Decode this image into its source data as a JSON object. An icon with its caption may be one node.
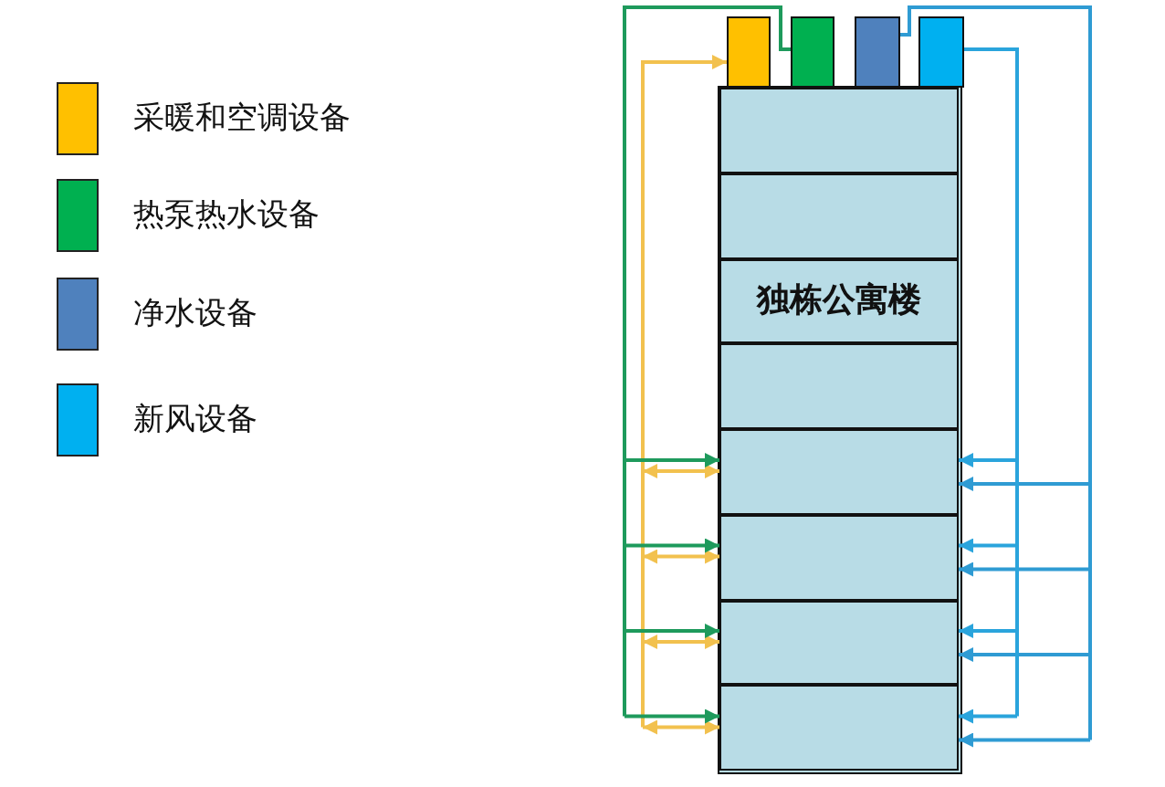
{
  "diagram": {
    "nodes": [
      {
        "text": [],
        "shape": "box"
      },
      {
        "text": [],
        "shape": "box"
      },
      {
        "text": [],
        "shape": "box"
      },
      {
        "text": [],
        "shape": "box"
      },
      {
        "text": [],
        "shape": "box"
      },
      {
        "text": [],
        "shape": "box",
        "in": 4
      },
      {
        "text": [],
        "shape": "box",
        "in": 4
      },
      {
        "text": [
          "独栋公寓楼"
        ],
        "in": 4
      },
      {
        "text": [],
        "shape": "box",
        "in": 4
      },
      {
        "text": [],
        "shape": "box",
        "in": 4
      },
      {
        "text": [],
        "shape": "box",
        "in": 4
      },
      {
        "text": [],
        "shape": "box",
        "in": 4
      },
      {
        "text": [],
        "shape": "box",
        "in": 4
      }
    ],
    "edges": [
      {
        "from": 0,
        "to": 9,
        "arrow": "both",
        "color": "#f2c14e"
      },
      {
        "from": 0,
        "to": 10,
        "arrow": "both",
        "color": "#f2c14e"
      },
      {
        "from": 0,
        "to": 11,
        "arrow": "both",
        "color": "#f2c14e"
      },
      {
        "from": 0,
        "to": 12,
        "arrow": "both",
        "color": "#f2c14e"
      },
      {
        "from": 1,
        "to": 9,
        "arrow": "to",
        "color": "#1e9a5c"
      },
      {
        "from": 1,
        "to": 10,
        "arrow": "to",
        "color": "#1e9a5c"
      },
      {
        "from": 1,
        "to": 11,
        "arrow": "to",
        "color": "#1e9a5c"
      },
      {
        "from": 1,
        "to": 12,
        "arrow": "to",
        "color": "#1e9a5c"
      },
      {
        "from": 2,
        "to": 9,
        "arrow": "to",
        "color": "#2f9bd3"
      },
      {
        "from": 2,
        "to": 10,
        "arrow": "to",
        "color": "#2f9bd3"
      },
      {
        "from": 2,
        "to": 11,
        "arrow": "to",
        "color": "#2f9bd3"
      },
      {
        "from": 2,
        "to": 12,
        "arrow": "to",
        "color": "#2f9bd3"
      },
      {
        "from": 3,
        "to": 9,
        "arrow": "to",
        "color": "#2aa4dc"
      },
      {
        "from": 3,
        "to": 10,
        "arrow": "to",
        "color": "#2aa4dc"
      },
      {
        "from": 3,
        "to": 11,
        "arrow": "to",
        "color": "#2aa4dc"
      },
      {
        "from": 3,
        "to": 12,
        "arrow": "to",
        "color": "#2aa4dc"
      }
    ],
    "legend": [
      {
        "text": "采暖和空调设备",
        "color": "#ffc000"
      },
      {
        "text": "热泵热水设备",
        "color": "#00b050"
      },
      {
        "text": "净水设备",
        "color": "#4f81bd"
      },
      {
        "text": "新风设备",
        "color": "#00b0f0"
      }
    ]
  }
}
